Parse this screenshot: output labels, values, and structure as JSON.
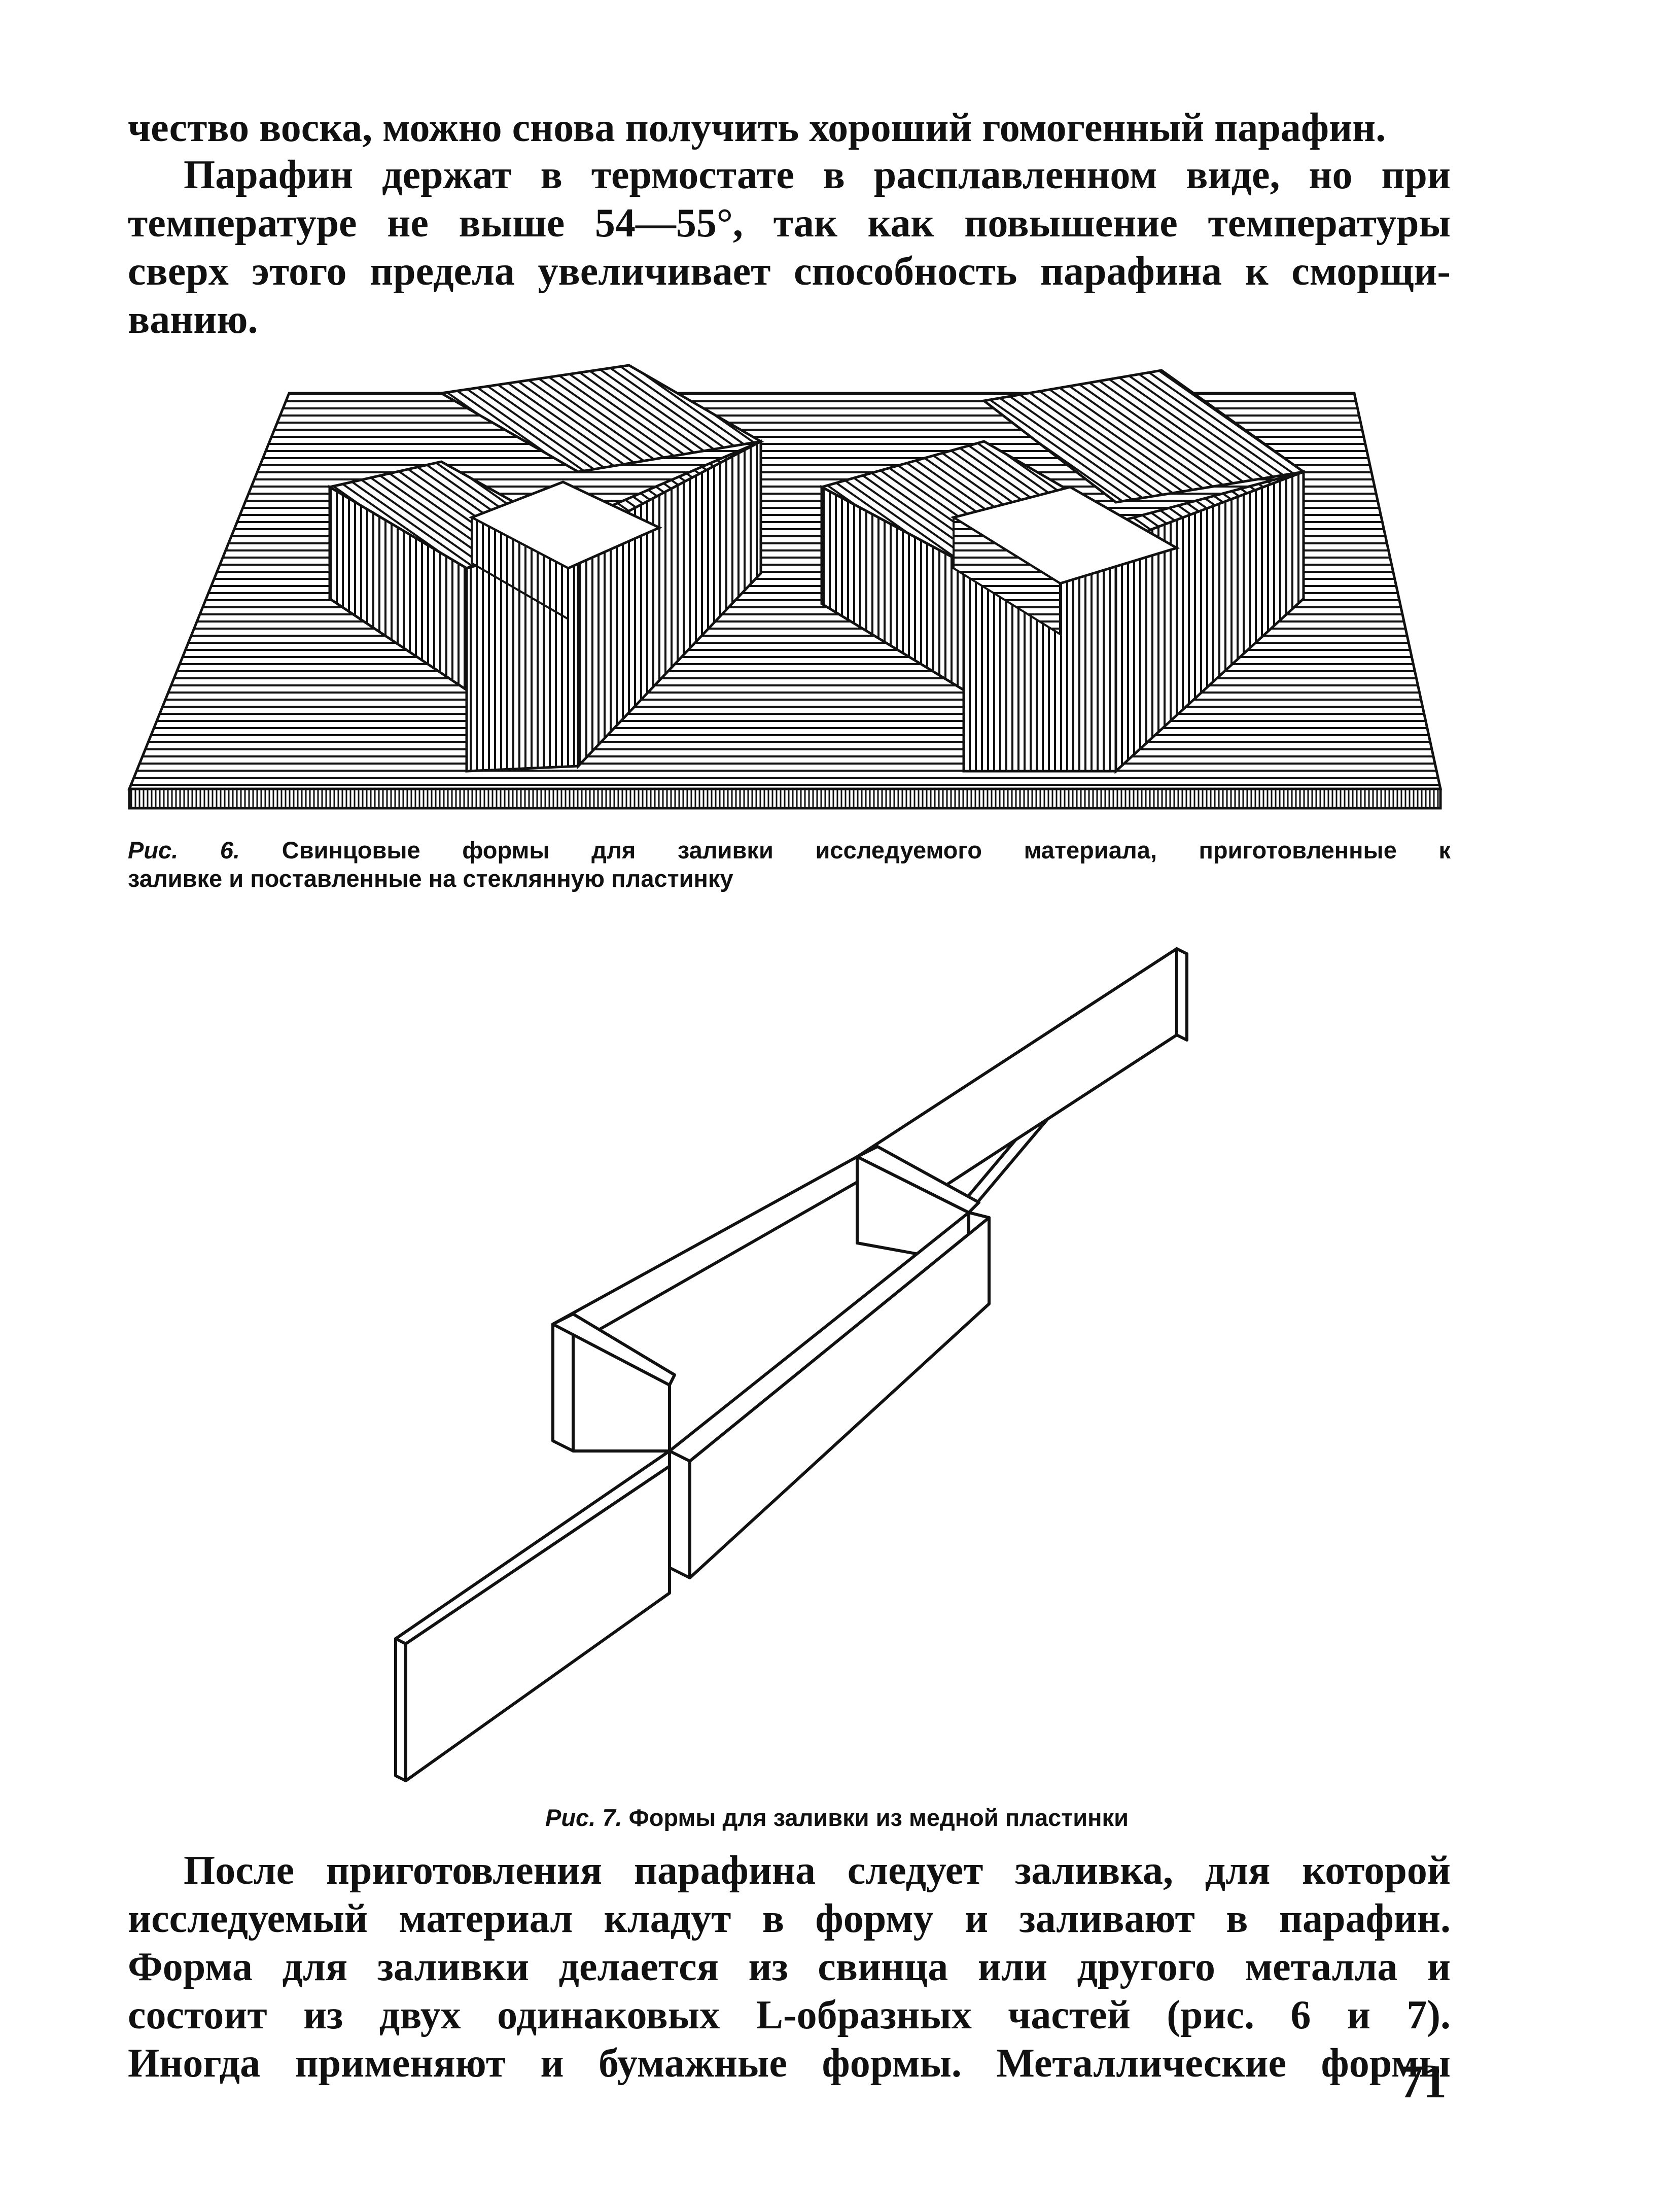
{
  "page": {
    "para1_lines": [
      "чество воска, можно снова получить хороший гомогенный парафин."
    ],
    "para2_lines": [
      "Парафин держат в термостате в расплавленном виде, но при",
      "температуре не выше 54—55°, так как повышение температуры",
      "сверх этого предела увеличивает способность парафина к сморщи-",
      "ванию."
    ],
    "fig6": {
      "label": "Рис. 6.",
      "caption_line1": "Свинцовые формы для заливки исследуемого материала, приготовленные к",
      "caption_line2": "заливке и поставленные на стеклянную пластинку"
    },
    "fig7": {
      "label": "Рис. 7.",
      "caption": "Формы для заливки из медной пластинки"
    },
    "para3_lines": [
      "После приготовления парафина следует заливка, для которой",
      "исследуемый материал кладут в форму и заливают в парафин.",
      "Форма для заливки делается из свинца или другого металла и",
      "состоит из двух одинаковых L-образных частей (рис. 6 и 7).",
      "Иногда применяют и бумажные формы. Металлические формы"
    ],
    "page_number": "71"
  }
}
